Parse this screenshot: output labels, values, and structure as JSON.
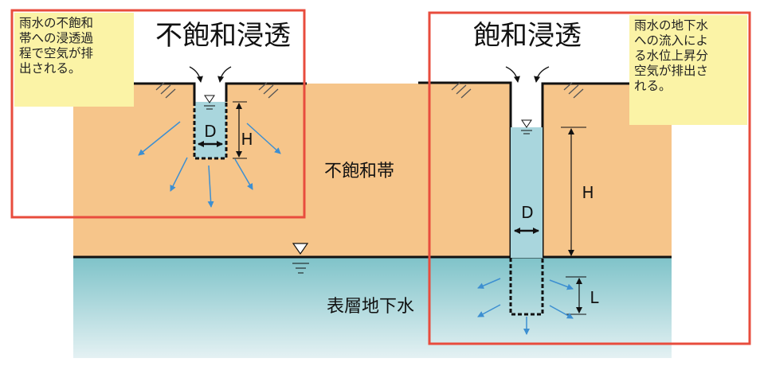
{
  "titles": {
    "left": "不飽和浸透",
    "right": "飽和浸透"
  },
  "notes": {
    "left": "雨水の不飽和\n帯への浸透過\n程で空気が排\n出される。",
    "right": "雨水の地下水\nへの流入によ\nる水位上昇分\n空気が排出さ\nれる。"
  },
  "zones": {
    "unsaturated": "不飽和帯",
    "groundwater": "表層地下水"
  },
  "dims": {
    "left_d": "D",
    "left_h": "H",
    "right_d": "D",
    "right_h": "H",
    "right_l": "L"
  },
  "colors": {
    "soil": "#f6c58a",
    "water_top": "#7fc3c9",
    "water_bottom": "#e4f1f3",
    "well_water": "#a9d6dd",
    "highlight": "#e84c3d",
    "arrow": "#3d8fd1",
    "note_bg": "#fbf3a6"
  }
}
